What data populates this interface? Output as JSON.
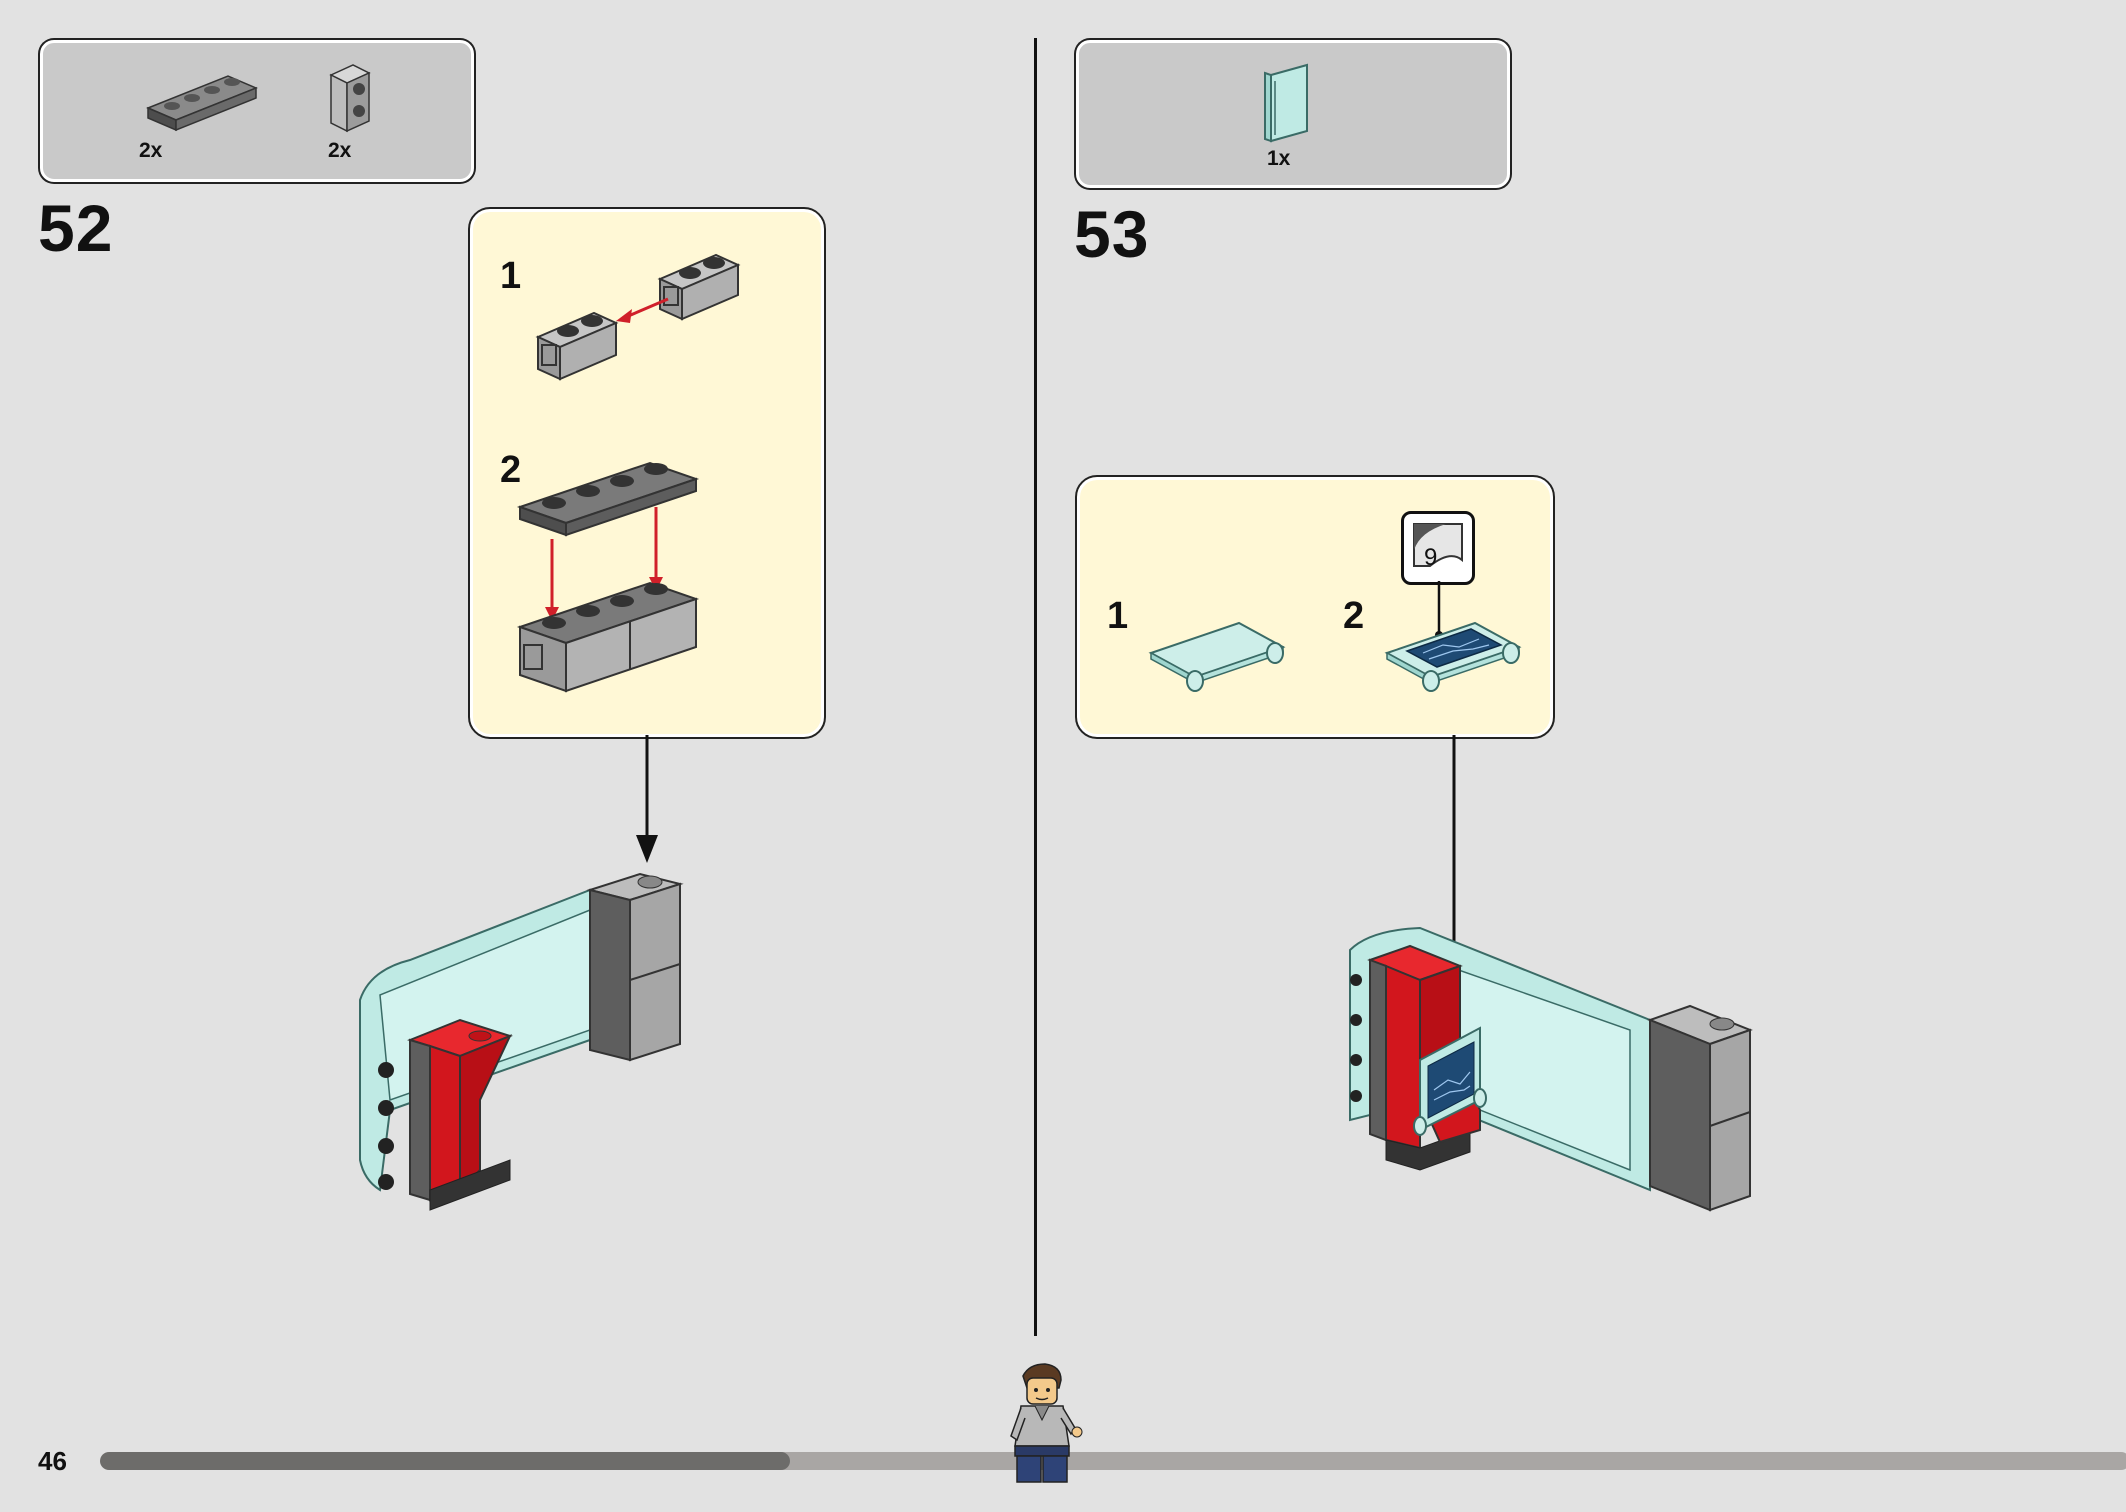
{
  "page": {
    "number": "46",
    "progress_fraction": 0.34
  },
  "steps": [
    {
      "number": "52",
      "parts": [
        {
          "icon": "dark-gray-1x4-plate",
          "qty": "2x"
        },
        {
          "icon": "light-gray-1x1-brick-with-studs-on-side",
          "qty": "2x"
        }
      ],
      "substeps": [
        "1",
        "2"
      ]
    },
    {
      "number": "53",
      "parts": [
        {
          "icon": "transparent-light-blue-panel",
          "qty": "1x"
        }
      ],
      "substeps": [
        "1",
        "2"
      ],
      "sticker_number": "9"
    }
  ],
  "colors": {
    "background": "#e2e2e2",
    "parts_box": "#c9c9c9",
    "substep_box": "#fff8d6",
    "arrow_red": "#d0202a",
    "brick_red": "#d2161d",
    "trans_blue": "#bfeae4",
    "light_gray": "#a6a6a6",
    "dark_gray": "#5e5e5e"
  }
}
